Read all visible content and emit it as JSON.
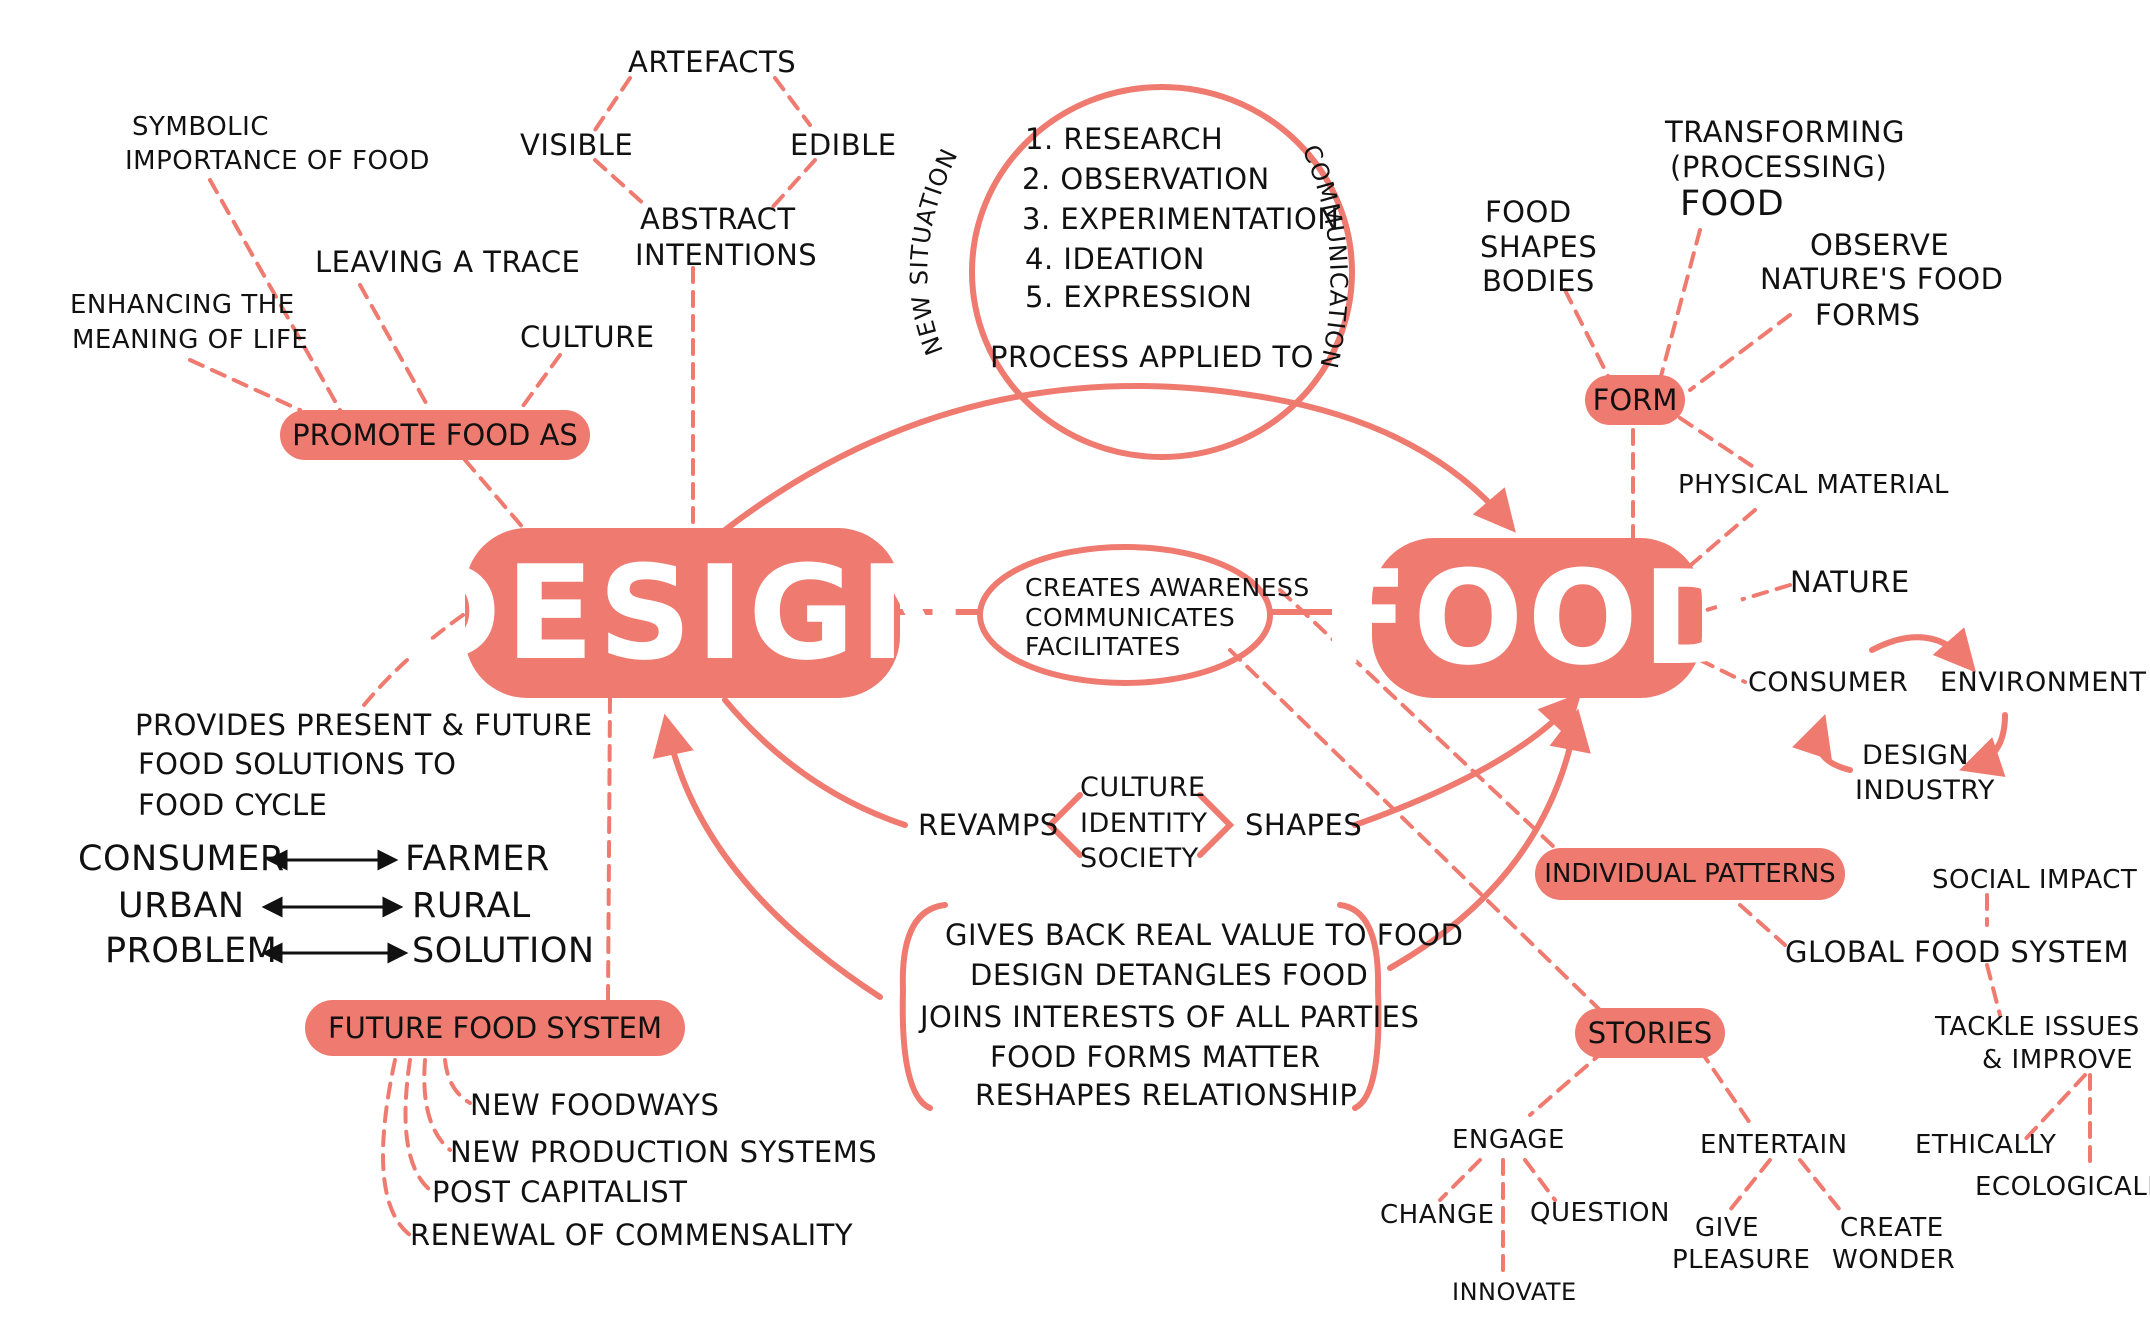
{
  "accent_color": "#ef7a6f",
  "hubs": {
    "design": "DESIGN",
    "food": "FOOD"
  },
  "process": {
    "steps": [
      "1. RESEARCH",
      "2. OBSERVATION",
      "3. EXPERIMENTATION",
      "4. IDEATION",
      "5. EXPRESSION"
    ],
    "applied": "PROCESS APPLIED TO",
    "left_arc": "NEW SITUATIONS",
    "right_arc": "COMMUNICATION"
  },
  "center": [
    "CREATES AWARENESS",
    "COMMUNICATES",
    "FACILITATES"
  ],
  "revamps": {
    "left": "REVAMPS",
    "items": [
      "CULTURE",
      "IDENTITY",
      "SOCIETY"
    ],
    "right": "SHAPES"
  },
  "values": [
    "GIVES BACK REAL VALUE TO FOOD",
    "DESIGN DETANGLES FOOD",
    "JOINS INTERESTS OF ALL PARTIES",
    "FOOD FORMS MATTER",
    "RESHAPES RELATIONSHIP"
  ],
  "design_branch": {
    "artefacts": "ARTEFACTS",
    "visible": "VISIBLE",
    "edible": "EDIBLE",
    "abstract": [
      "ABSTRACT",
      "INTENTIONS"
    ]
  },
  "promote": {
    "label": "PROMOTE FOOD AS",
    "symbolic": [
      "SYMBOLIC",
      "IMPORTANCE OF FOOD"
    ],
    "trace": "LEAVING A TRACE",
    "enhancing": [
      "ENHANCING THE",
      "MEANING OF LIFE"
    ],
    "culture": "CULTURE"
  },
  "provides": [
    "PROVIDES PRESENT & FUTURE",
    "FOOD SOLUTIONS TO",
    "FOOD CYCLE"
  ],
  "pairs": [
    {
      "left": "CONSUMER",
      "right": "FARMER"
    },
    {
      "left": "URBAN",
      "right": "RURAL"
    },
    {
      "left": "PROBLEM",
      "right": "SOLUTION"
    }
  ],
  "future": {
    "label": "FUTURE FOOD SYSTEM",
    "items": [
      "NEW FOODWAYS",
      "NEW PRODUCTION SYSTEMS",
      "POST CAPITALIST",
      "RENEWAL OF COMMENSALITY"
    ]
  },
  "food_branch": {
    "form": "FORM",
    "shapes": [
      "FOOD",
      "SHAPES",
      "BODIES"
    ],
    "transforming": [
      "TRANSFORMING",
      "(PROCESSING)",
      "FOOD"
    ],
    "observe": [
      "OBSERVE",
      "NATURE'S FOOD",
      "FORMS"
    ],
    "physical": "PHYSICAL MATERIAL",
    "nature": "NATURE",
    "consumer": "CONSUMER",
    "environment": "ENVIRONMENT",
    "design_industry": [
      "DESIGN",
      "INDUSTRY"
    ]
  },
  "patterns": {
    "label": "INDIVIDUAL PATTERNS",
    "global": "GLOBAL FOOD SYSTEM",
    "social": "SOCIAL IMPACT",
    "tackle": [
      "TACKLE ISSUES",
      "& IMPROVE"
    ],
    "ethically": "ETHICALLY",
    "ecologically": "ECOLOGICALLY"
  },
  "stories": {
    "label": "STORIES",
    "engage": "ENGAGE",
    "change": "CHANGE",
    "question": "QUESTION",
    "innovate": "INNOVATE",
    "entertain": "ENTERTAIN",
    "pleasure": [
      "GIVE",
      "PLEASURE"
    ],
    "wonder": [
      "CREATE",
      "WONDER"
    ]
  }
}
